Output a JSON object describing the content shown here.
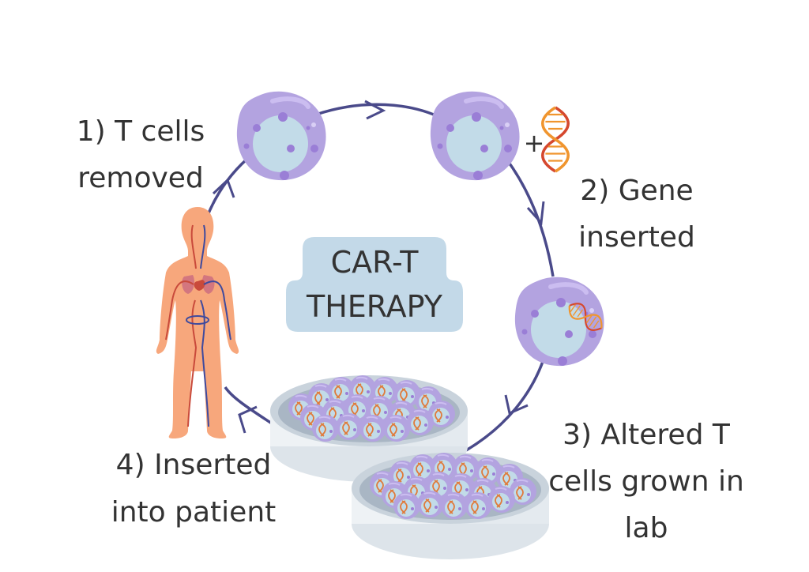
{
  "diagram": {
    "title_lines": [
      "CAR-T",
      "THERAPY"
    ],
    "steps": [
      {
        "id": 1,
        "lines": [
          "1) T cells",
          "removed"
        ]
      },
      {
        "id": 2,
        "lines": [
          "2) Gene",
          "inserted"
        ]
      },
      {
        "id": 3,
        "lines": [
          "3) Altered T",
          "cells grown in",
          "lab"
        ]
      },
      {
        "id": 4,
        "lines": [
          "4) Inserted",
          "into patient"
        ]
      }
    ],
    "plus_sign": "+",
    "icons": [
      "t-cell-icon",
      "t-cell-icon",
      "dna-icon",
      "modified-t-cell-icon",
      "petri-dish-icon",
      "petri-dish-icon",
      "human-body-icon"
    ],
    "colors": {
      "cycle_arrow": "#4a4a8a",
      "cell_membrane": "#b3a3e0",
      "cell_nucleus": "#c2dbe8",
      "cell_dots": "#9a7ed6",
      "title_box": "#c3d9e8",
      "body_skin": "#f7a77c",
      "artery": "#c94a3b",
      "vein": "#3e4a9e",
      "dna_orange": "#f0952e",
      "dna_red": "#d5482e",
      "dish": "#e1e8ee",
      "text": "#333333"
    }
  }
}
